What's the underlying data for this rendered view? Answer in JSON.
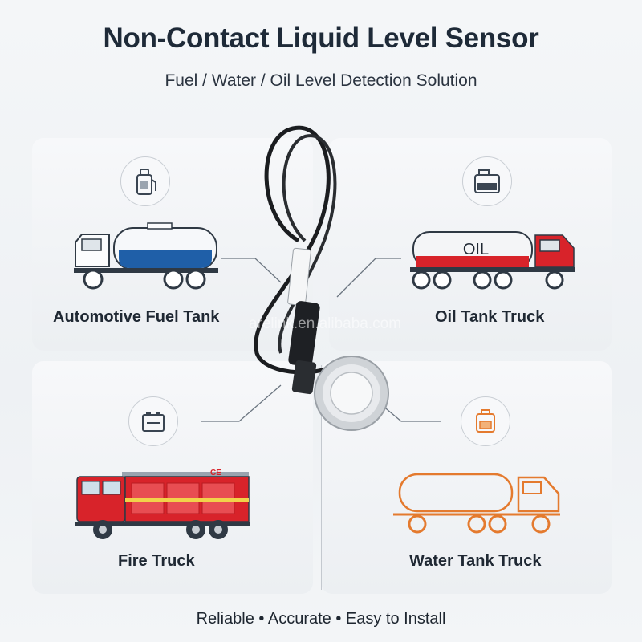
{
  "header": {
    "title": "Non-Contact Liquid Level Sensor",
    "subtitle": "Fuel / Water / Oil Level Detection Solution"
  },
  "applications": [
    {
      "label": "Automotive Fuel Tank",
      "icon": "fuel-canister-icon",
      "accent": "#1f5fa8"
    },
    {
      "label": "Oil Tank Truck",
      "icon": "oil-tank-icon",
      "accent": "#d8232a",
      "tank_text": "OIL"
    },
    {
      "label": "Fire Truck",
      "icon": "battery-tank-icon",
      "accent": "#d8232a",
      "badge_text": "CE"
    },
    {
      "label": "Water Tank Truck",
      "icon": "orange-tank-icon",
      "accent": "#e47a2e"
    }
  ],
  "watermark": "arelink.en.alibaba.com",
  "footer": {
    "tagline": "Reliable • Accurate • Easy to Install"
  }
}
